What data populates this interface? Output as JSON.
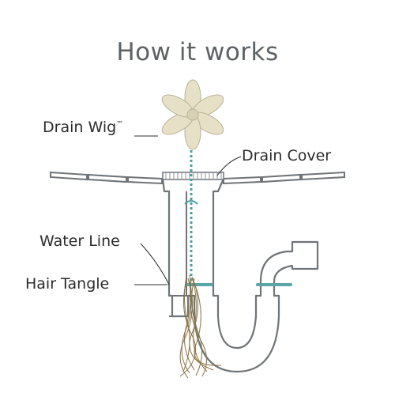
{
  "title": "How it works",
  "labels": {
    "drain_wig": "Drain Wig",
    "trademark": "™",
    "drain_cover": "Drain Cover",
    "water_line": "Water Line",
    "hair_tangle": "Hair Tangle"
  },
  "colors": {
    "pipe_stroke": "#6f7478",
    "water": "#5aa6a9",
    "chain": "#4b9ea2",
    "flower_fill": "#e6e0c6",
    "hair": "#8a7345",
    "title_text": "#5d6266"
  }
}
